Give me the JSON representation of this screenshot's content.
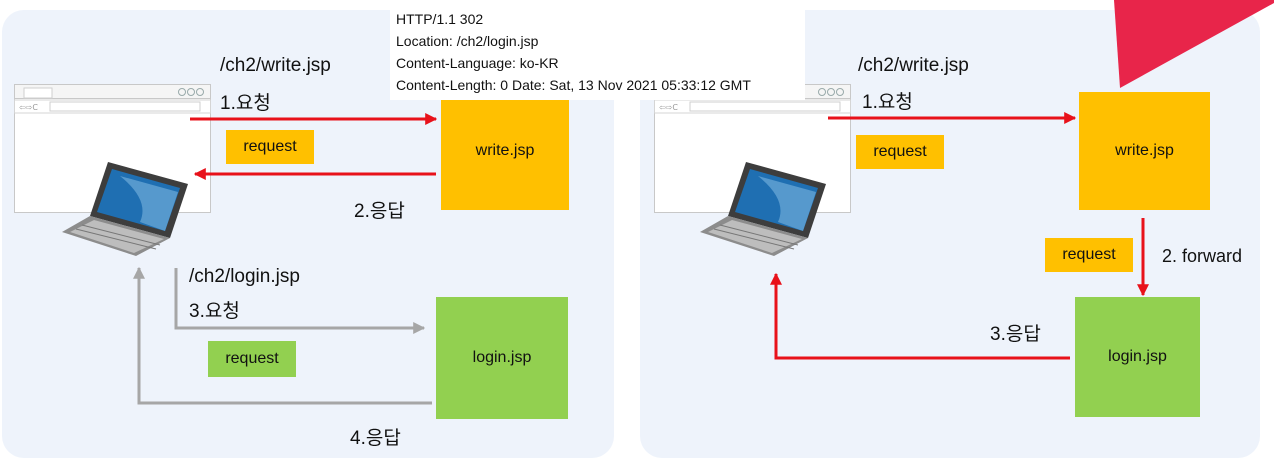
{
  "http_response": {
    "line1": "HTTP/1.1 302",
    "line2": "Location: /ch2/login.jsp",
    "line3": "Content-Language: ko-KR",
    "line4": "Content-Length: 0 Date: Sat, 13 Nov 2021 05:33:12 GMT"
  },
  "left": {
    "url1": "/ch2/write.jsp",
    "step1": "1.요청",
    "request1": "request",
    "write_box": "write.jsp",
    "step2": "2.응답",
    "url2": "/ch2/login.jsp",
    "step3": "3.요청",
    "request2": "request",
    "login_box": "login.jsp",
    "step4": "4.응답"
  },
  "right": {
    "url1": "/ch2/write.jsp",
    "step1": "1.요청",
    "request1": "request",
    "write_box": "write.jsp",
    "request2": "request",
    "step2": "2. forward",
    "step3": "3.응답",
    "login_box": "login.jsp"
  },
  "colors": {
    "panel": "#eef3fb",
    "arrow_red": "#e8111a",
    "arrow_gray": "#a6a6a6",
    "yellow": "#ffc000",
    "green": "#92d050",
    "accent": "#e8254a"
  }
}
